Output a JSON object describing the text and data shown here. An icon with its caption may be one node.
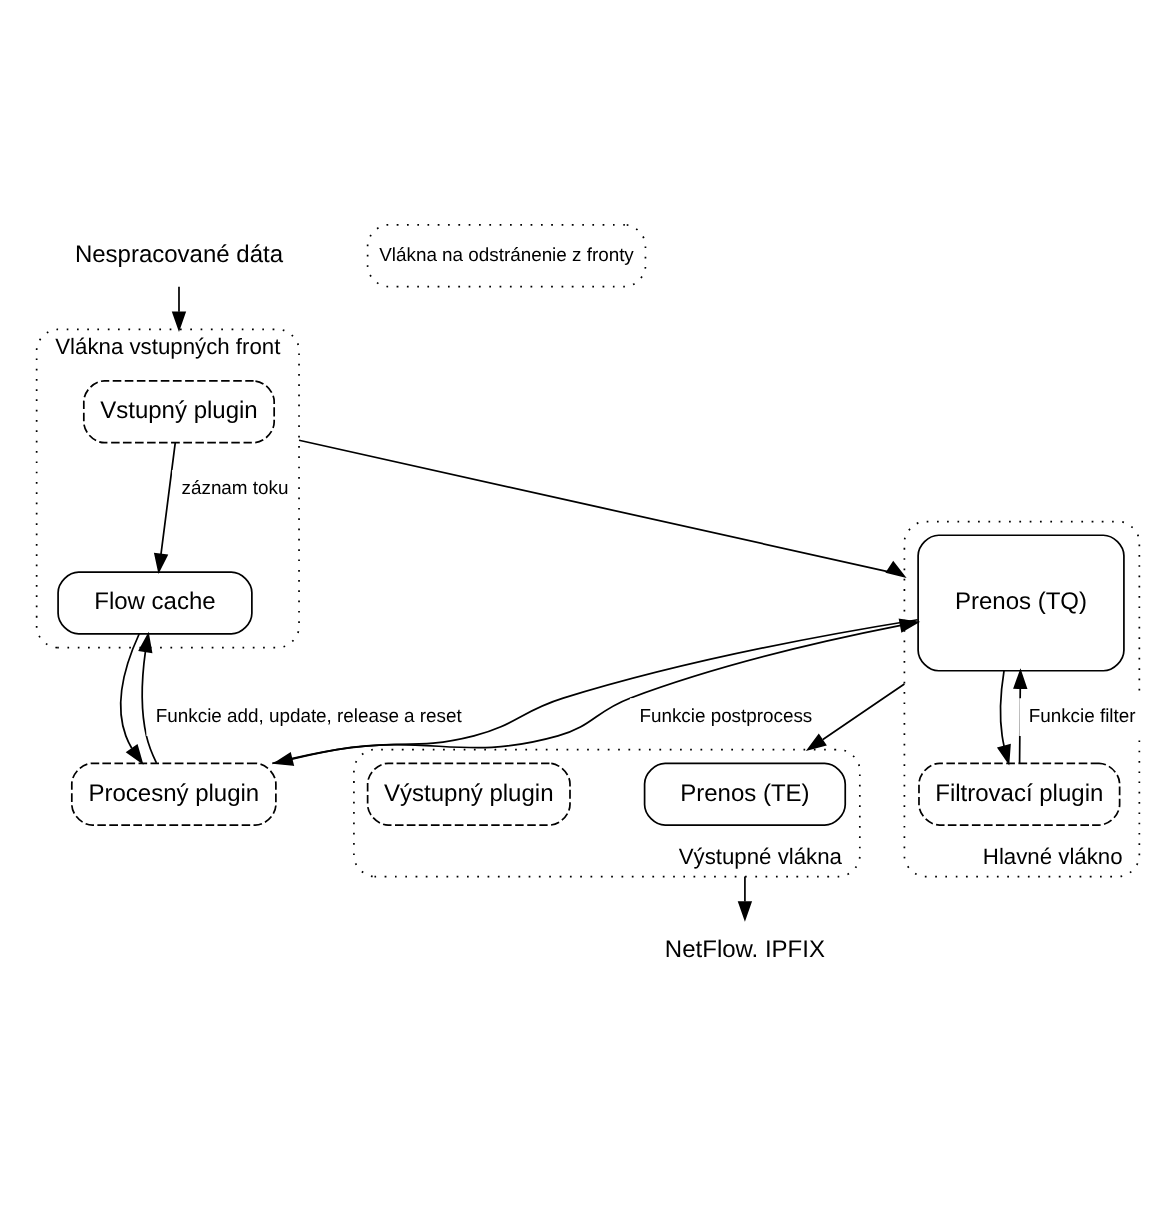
{
  "diagram": {
    "nodes": [
      {
        "text": [
          "Nespracované dáta"
        ]
      },
      {
        "text": [
          "Vlákna vstupných front"
        ]
      },
      {
        "text": [
          "Vstupný plugin"
        ],
        "in": 1
      },
      {
        "text": [
          "Flow cache"
        ],
        "in": 1
      },
      {
        "text": [
          "Procesný plugin"
        ]
      },
      {
        "text": [
          "Vlákna na odstránenie z fronty"
        ]
      },
      {
        "text": [
          "Hlavné vlákno"
        ]
      },
      {
        "text": [
          "Prenos (TQ)"
        ],
        "in": 6
      },
      {
        "text": [
          "Filtrovací plugin"
        ],
        "in": 6
      },
      {
        "text": [
          "Výstupné vlákna"
        ]
      },
      {
        "text": [
          "Prenos (TE)"
        ],
        "in": 9
      },
      {
        "text": [
          "Výstupný plugin"
        ],
        "in": 9
      },
      {
        "text": [
          "NetFlow. IPFIX"
        ]
      }
    ],
    "edges": [
      {
        "from": 0,
        "to": 1,
        "arrow": "to"
      },
      {
        "from": 2,
        "to": 3,
        "arrow": "to",
        "label": "záznam toku"
      },
      {
        "from": 4,
        "to": 3,
        "arrow": "to",
        "label": "Funkcie add, update, release a reset"
      },
      {
        "from": 3,
        "to": 4,
        "arrow": "to"
      },
      {
        "from": 1,
        "to": 6,
        "arrow": "to"
      },
      {
        "from": 4,
        "to": 7,
        "arrow": "to",
        "label": "Funkcie postprocess"
      },
      {
        "from": 7,
        "to": 4,
        "arrow": "to"
      },
      {
        "from": 8,
        "to": 7,
        "arrow": "to",
        "label": "Funkcie filter"
      },
      {
        "from": 7,
        "to": 8,
        "arrow": "to"
      },
      {
        "from": 6,
        "to": 9,
        "arrow": "to"
      },
      {
        "from": 9,
        "to": 12,
        "arrow": "to"
      }
    ]
  }
}
